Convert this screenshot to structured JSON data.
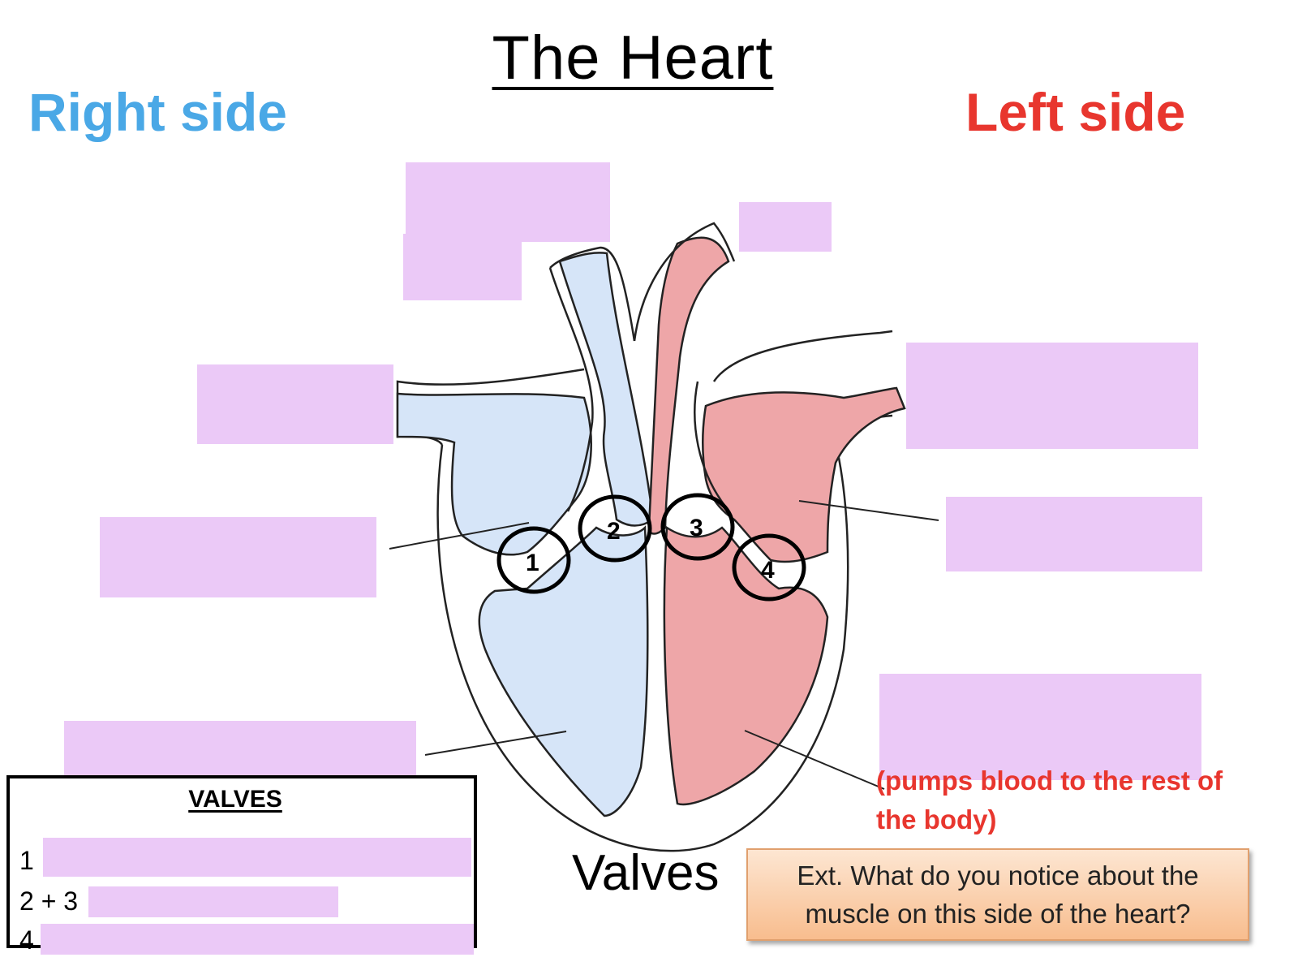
{
  "title": "The Heart",
  "right_side_label": "Right side",
  "left_side_label": "Left side",
  "valve_numbers": [
    "1",
    "2",
    "3",
    "4"
  ],
  "valves_table": {
    "heading": "VALVES",
    "rows": [
      "1",
      "2 + 3",
      "4"
    ]
  },
  "left_ventricle_note": {
    "line1": "(pumps blood to the rest of",
    "line2": "the body)"
  },
  "center_label": "Valves",
  "extension": {
    "line1": "Ext. What do you notice about the",
    "line2": "muscle on this side of the heart?"
  },
  "colors": {
    "right_side": "#4aa8e6",
    "left_side": "#e8362e",
    "deoxygenated": "#d6e5f8",
    "oxygenated": "#eea6a8",
    "label_blank": "#ebc9f7"
  }
}
